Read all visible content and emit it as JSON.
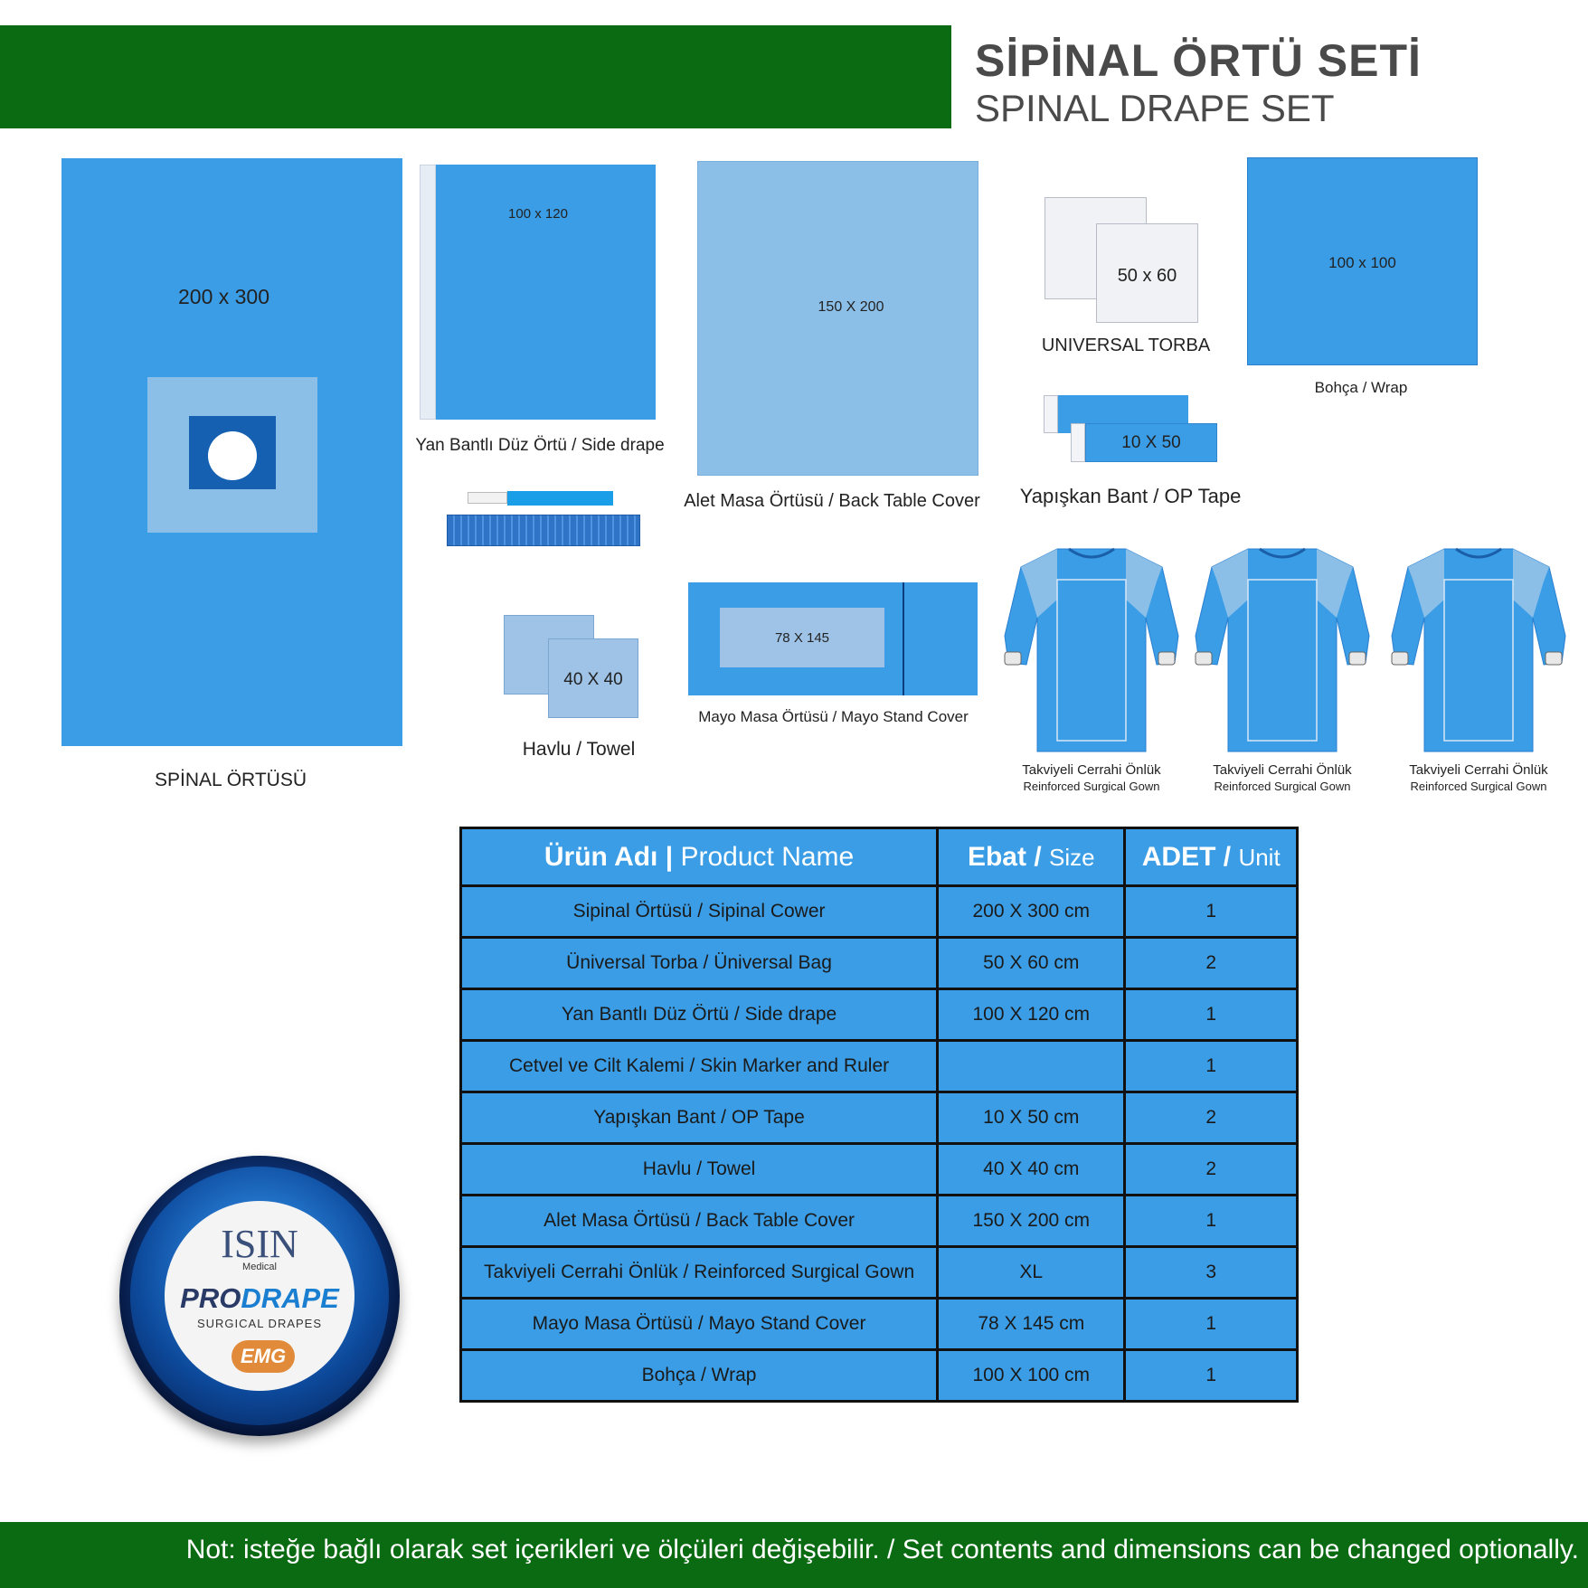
{
  "header": {
    "title_tr": "SİPİNAL ÖRTÜ SETİ",
    "title_en": "SPINAL DRAPE SET"
  },
  "items": {
    "spinal_drape": {
      "size": "200 x 300",
      "label": "SPİNAL ÖRTÜSÜ"
    },
    "side_drape": {
      "size": "100 x 120",
      "label": "Yan Bantlı Düz Örtü / Side drape"
    },
    "back_table": {
      "size": "150 X 200",
      "label": "Alet Masa Örtüsü / Back Table Cover"
    },
    "universal_bag": {
      "size": "50 x 60",
      "label": "UNIVERSAL TORBA"
    },
    "wrap": {
      "size": "100 x 100",
      "label": "Bohça / Wrap"
    },
    "op_tape": {
      "size": "10 X 50",
      "label": "Yapışkan Bant / OP Tape"
    },
    "towel": {
      "size": "40 X 40",
      "label": "Havlu / Towel"
    },
    "mayo": {
      "size": "78 X 145",
      "label": "Mayo Masa Örtüsü / Mayo Stand Cover"
    },
    "gown_label_tr": "Takviyeli Cerrahi Önlük",
    "gown_label_en": "Reinforced Surgical Gown"
  },
  "table": {
    "headers": {
      "name_tr": "Ürün Adı",
      "name_sep": " | ",
      "name_en": "Product Name",
      "size_tr": "Ebat",
      "size_sep": " / ",
      "size_en": "Size",
      "unit_tr": "ADET",
      "unit_sep": " / ",
      "unit_en": "Unit"
    },
    "rows": [
      {
        "name": "Sipinal Örtüsü / Sipinal Cower",
        "size": "200 X 300 cm",
        "unit": "1"
      },
      {
        "name": "Üniversal Torba / Üniversal Bag",
        "size": "50 X 60 cm",
        "unit": "2"
      },
      {
        "name": "Yan Bantlı Düz Örtü / Side drape",
        "size": "100 X 120 cm",
        "unit": "1"
      },
      {
        "name": "Cetvel ve Cilt Kalemi / Skin Marker and Ruler",
        "size": "",
        "unit": "1"
      },
      {
        "name": "Yapışkan Bant / OP Tape",
        "size": "10 X 50 cm",
        "unit": "2"
      },
      {
        "name": "Havlu / Towel",
        "size": "40 X 40 cm",
        "unit": "2"
      },
      {
        "name": "Alet Masa Örtüsü / Back Table Cover",
        "size": "150 X 200 cm",
        "unit": "1"
      },
      {
        "name": "Takviyeli Cerrahi Önlük / Reinforced Surgical Gown",
        "size": "XL",
        "unit": "3"
      },
      {
        "name": "Mayo Masa Örtüsü / Mayo Stand Cover",
        "size": "78 X 145 cm",
        "unit": "1"
      },
      {
        "name": "Bohça / Wrap",
        "size": "100 X 100 cm",
        "unit": "1"
      }
    ]
  },
  "logo": {
    "brand": "ISIN",
    "brand_sub": "Medical",
    "product_pro": "PRO",
    "product_drape": "DRAPE",
    "product_sub": "SURGICAL DRAPES",
    "emg": "EMG"
  },
  "footer": {
    "note": "Not: isteğe bağlı olarak set içerikleri ve ölçüleri değişebilir.  /   Set contents and dimensions can be changed optionally."
  },
  "colors": {
    "green": "#0b6b12",
    "drape_blue": "#3a9de6",
    "light_blue": "#8bbfe8",
    "dark_blue": "#1560b0"
  }
}
